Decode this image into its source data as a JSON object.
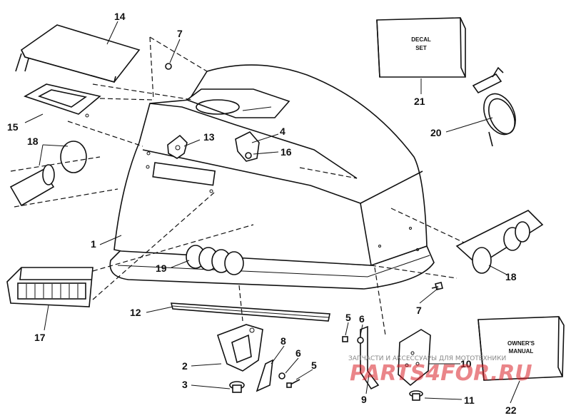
{
  "part_labels": {
    "p1": "1",
    "p2": "2",
    "p3": "3",
    "p4": "4",
    "p5a": "5",
    "p5b": "5",
    "p6a": "6",
    "p6b": "6",
    "p7a": "7",
    "p7b": "7",
    "p8": "8",
    "p9": "9",
    "p10": "10",
    "p11": "11",
    "p12": "12",
    "p13": "13",
    "p14": "14",
    "p15": "15",
    "p16": "16",
    "p17": "17",
    "p18a": "18",
    "p18b": "18",
    "p19": "19",
    "p20": "20",
    "p21": "21",
    "p22": "22"
  },
  "decal_box": {
    "line1": "DECAL",
    "line2": "SET"
  },
  "manual_box": {
    "line1": "OWNER'S",
    "line2": "MANUAL"
  },
  "watermark": {
    "caption": "ЗАПЧАСТИ И АКСЕССУАРЫ ДЛЯ МОТОТЕХНИКИ",
    "brand": "PARTS4FOR.RU"
  },
  "icons": [
    "engine-cover",
    "access-lid",
    "seal-ring",
    "decal",
    "fastener",
    "latch",
    "grommet",
    "spring",
    "grille",
    "cord"
  ]
}
